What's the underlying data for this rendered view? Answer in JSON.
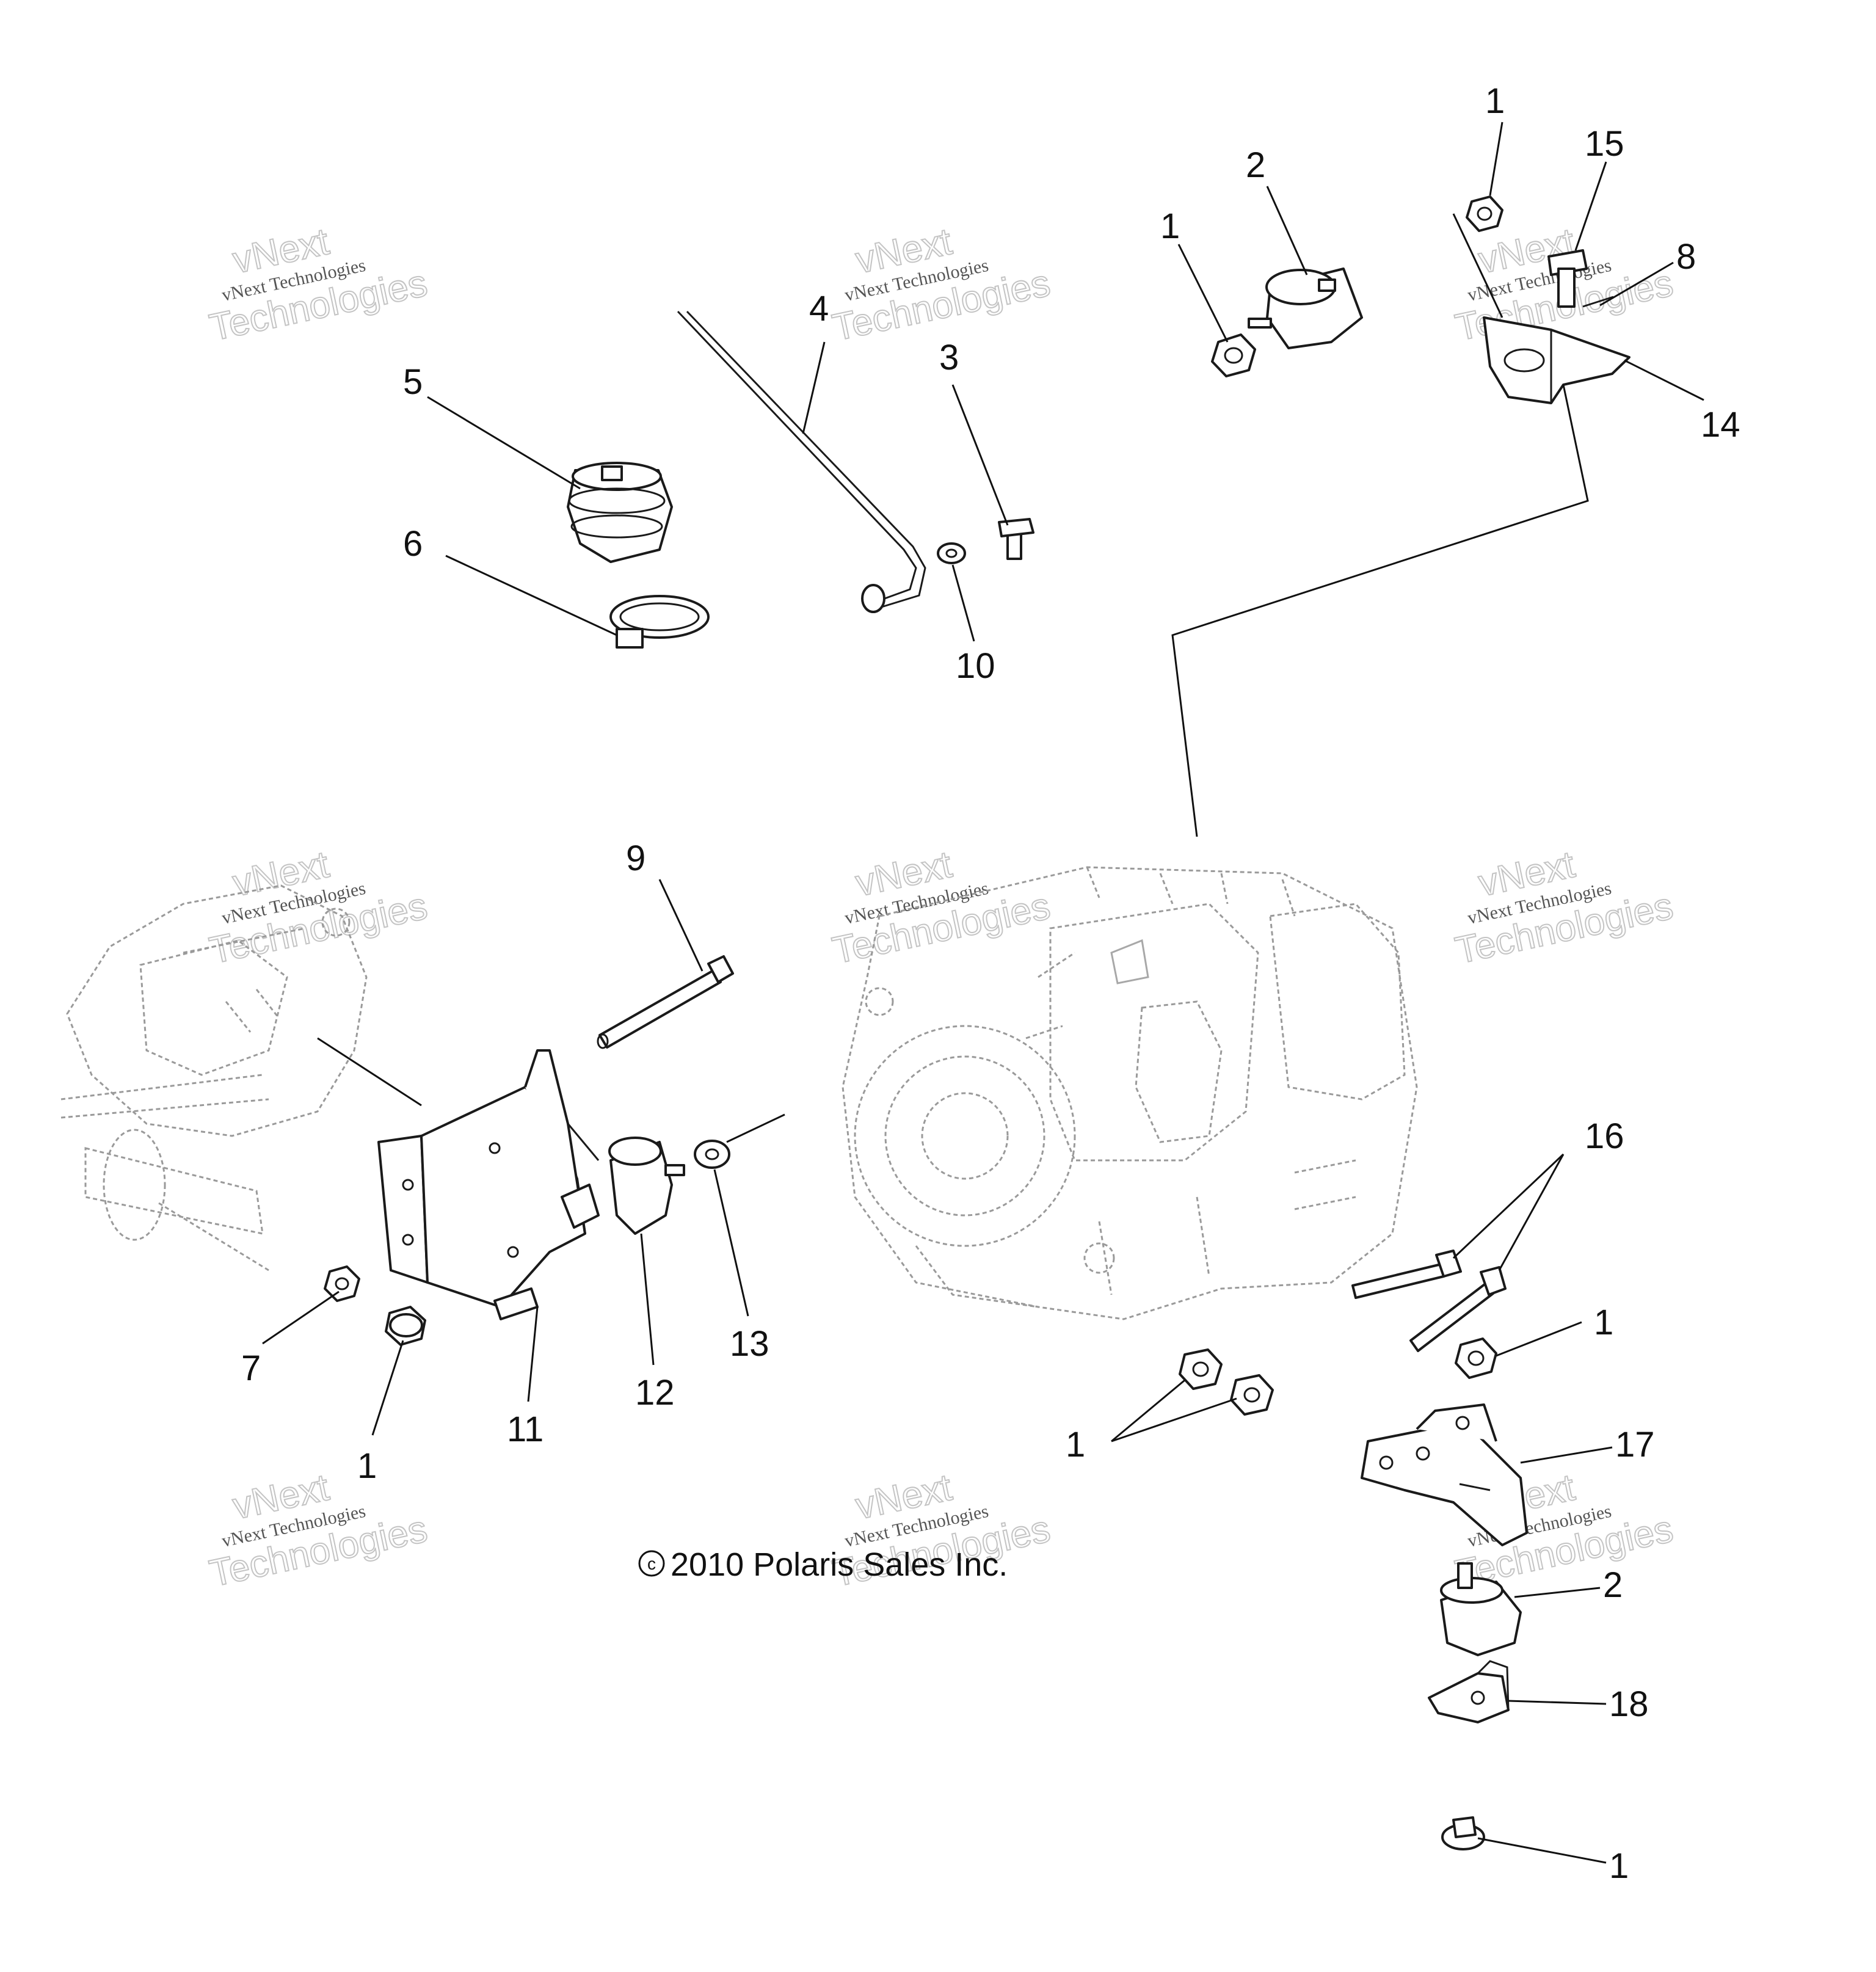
{
  "callouts": {
    "c1a": "1",
    "c1b": "1",
    "c1c": "1",
    "c1d": "1",
    "c1e": "1",
    "c1f": "1",
    "c2a": "2",
    "c2b": "2",
    "c3": "3",
    "c4": "4",
    "c5": "5",
    "c6": "6",
    "c7": "7",
    "c8": "8",
    "c9": "9",
    "c10": "10",
    "c11": "11",
    "c12": "12",
    "c13": "13",
    "c14": "14",
    "c15": "15",
    "c16": "16",
    "c17": "17",
    "c18": "18"
  },
  "watermark": {
    "line1": "vNext",
    "line2": "vNext Technologies",
    "line3": "Technologies"
  },
  "copyright": "2010 Polaris Sales Inc.",
  "copyright_symbol": "c"
}
